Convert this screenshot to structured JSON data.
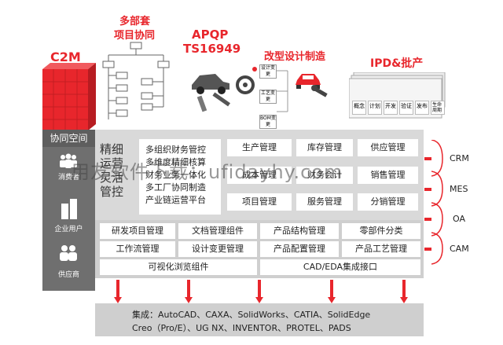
{
  "top_labels": {
    "c2m": "C2M",
    "collab_line1": "多部套",
    "collab_line2": "项目协同",
    "apqp_line1": "APQP",
    "apqp_line2": "TS16949",
    "mod_design": "改型设计制造",
    "ipd": "IPD&批产"
  },
  "change_tags": [
    "设计变更",
    "工艺变更",
    "BOM变更"
  ],
  "flow_tags": [
    "概念",
    "计划",
    "开发",
    "验证",
    "发布",
    "生命周期"
  ],
  "left": {
    "title": "协同空间",
    "items": [
      "消费者",
      "企业用户",
      "供应商"
    ]
  },
  "mgmt": {
    "vertical": [
      "精细",
      "运营",
      "灵活",
      "管控"
    ],
    "functions": [
      "多组织财务管控",
      "多维度精细核算",
      "财务业务一体化",
      "多工厂协同制造",
      "产业链运营平台"
    ]
  },
  "modules": [
    "生产管理",
    "库存管理",
    "供应管理",
    "成本管理",
    "财务会计",
    "销售管理",
    "项目管理",
    "服务管理",
    "分销管理"
  ],
  "row1": [
    "研发项目管理",
    "文档管理组件",
    "产品结构管理",
    "零部件分类"
  ],
  "row2": [
    "工作流管理",
    "设计变更管理",
    "产品配置管理",
    "产品工艺管理"
  ],
  "row3": [
    "可视化浏览组件",
    "CAD/EDA集成接口"
  ],
  "integrations": [
    "CRM",
    "MES",
    "OA",
    "CAM"
  ],
  "integration_line1": "集成：AutoCAD、CAXA、SolidWorks、CATIA、SolidEdge",
  "integration_line2": "Creo（Pro/E）、UG NX、INVENTOR、PROTEL、PADS",
  "watermark": "用友软件下载：ufidayhy.com",
  "colors": {
    "accent": "#e8262c",
    "panel": "#d9d9d9",
    "left_panel": "#6f6f6f"
  }
}
